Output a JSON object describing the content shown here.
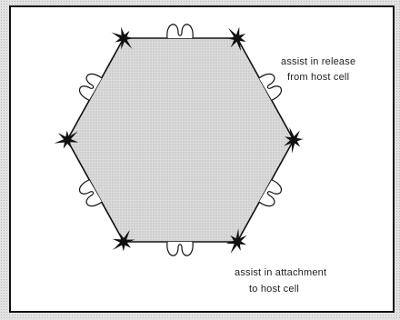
{
  "annotations": {
    "release_line1": "assist in release",
    "release_line2": "from host cell",
    "attach_line1": "assist in attachment",
    "attach_line2": "to host cell"
  },
  "colors": {
    "hexagon_fill": "#d9d9d9",
    "outline": "#111111",
    "background_texture": "#e2e2e2"
  },
  "icons": {
    "vertex_spike": "starburst-icon",
    "edge_loop": "cloverleaf-loop-icon"
  }
}
